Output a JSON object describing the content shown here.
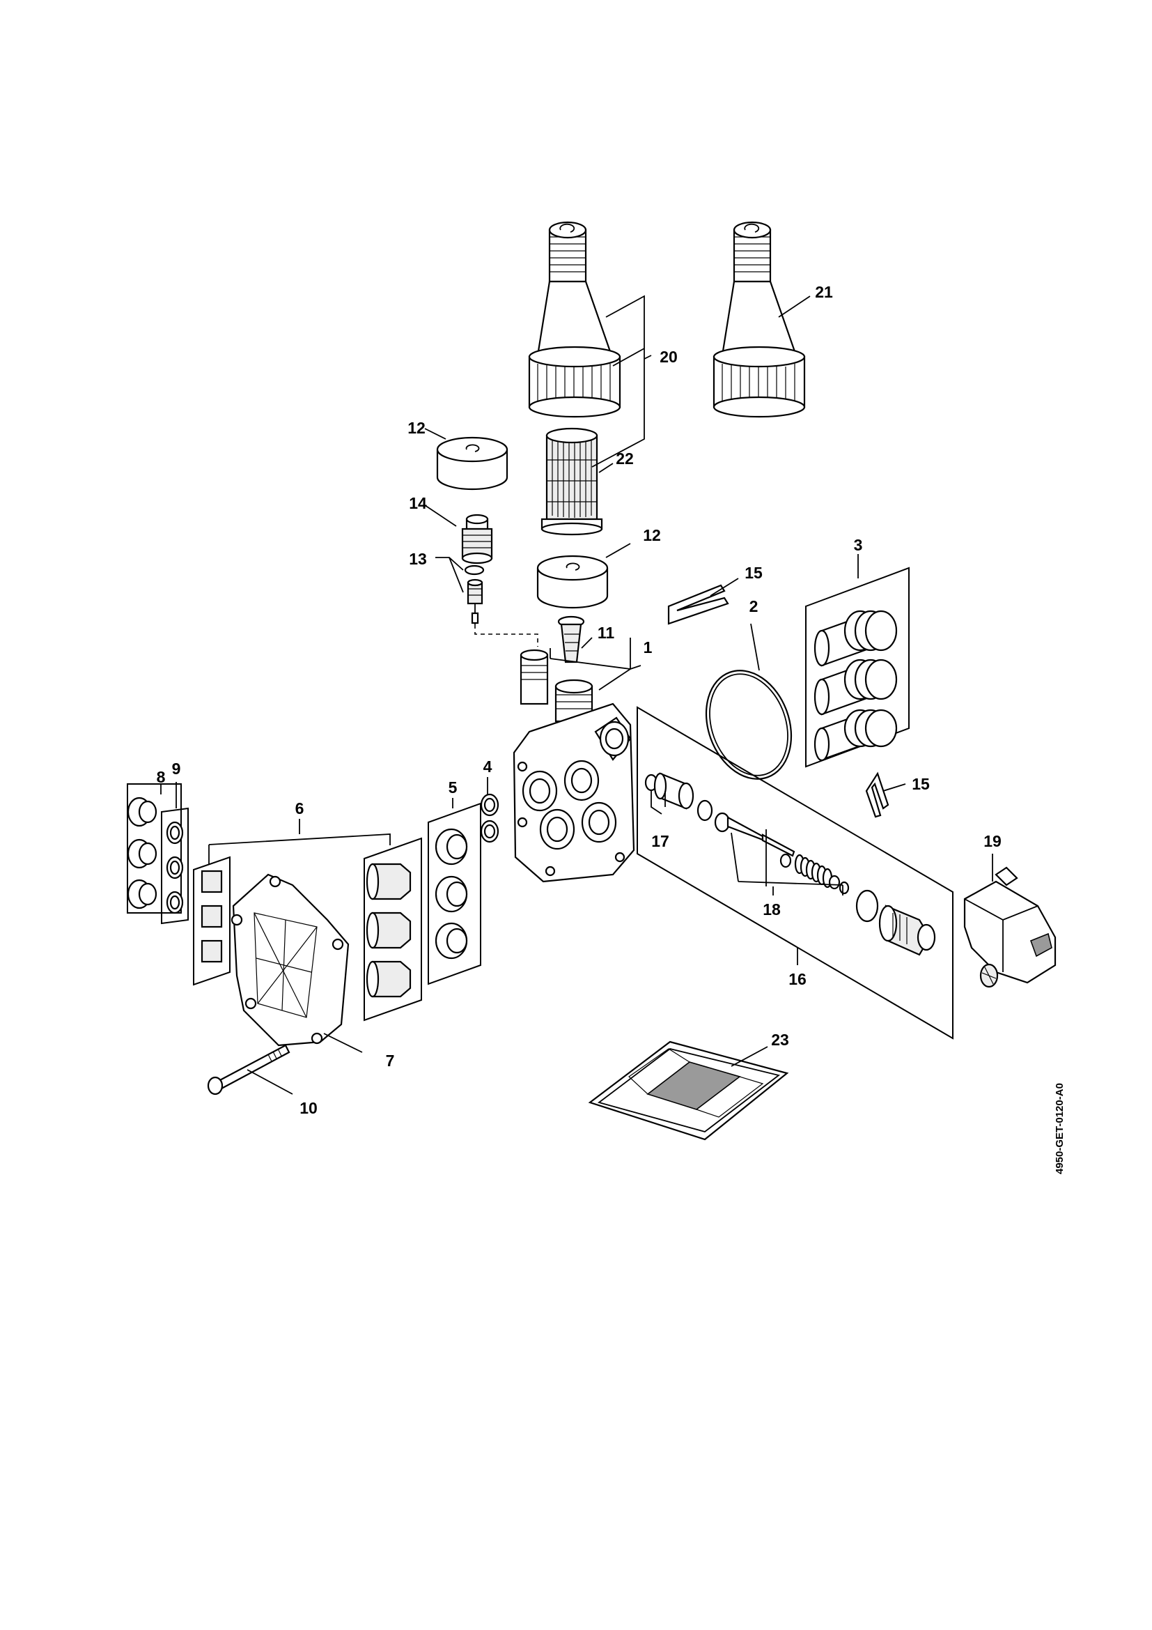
{
  "drawing_code": "4950-GET-0120-A0",
  "callouts": {
    "c1": "1",
    "c2": "2",
    "c3": "3",
    "c4": "4",
    "c5": "5",
    "c6": "6",
    "c7": "7",
    "c8": "8",
    "c9": "9",
    "c10": "10",
    "c11": "11",
    "c12a": "12",
    "c12b": "12",
    "c13": "13",
    "c14": "14",
    "c15a": "15",
    "c15b": "15",
    "c16": "16",
    "c17": "17",
    "c18": "18",
    "c19": "19",
    "c20": "20",
    "c21": "21",
    "c22": "22",
    "c23": "23"
  }
}
